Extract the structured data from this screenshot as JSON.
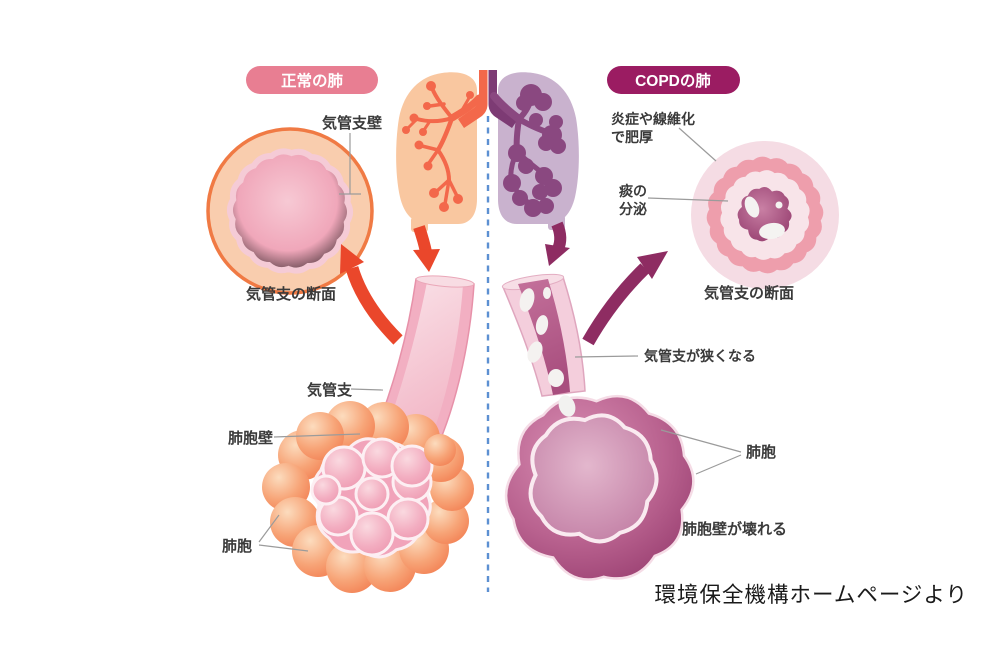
{
  "diagram": {
    "normal": {
      "badge": "正常の肺",
      "bronchial_wall_label": "気管支壁",
      "cross_section_label": "気管支の断面",
      "bronchus_label": "気管支",
      "alveolar_wall_label": "肺胞壁",
      "alveoli_label": "肺胞"
    },
    "copd": {
      "badge": "COPDの肺",
      "inflammation_line1": "炎症や線維化",
      "inflammation_line2": "で肥厚",
      "phlegm_line1": "痰の",
      "phlegm_line2": "分泌",
      "cross_section_label": "気管支の断面",
      "narrowing_label": "気管支が狭くなる",
      "alveoli_label": "肺胞",
      "broken_wall_label": "肺胞壁が壊れる"
    },
    "caption": "環境保全機構ホームページより",
    "colors": {
      "normal_badge": "#E87E92",
      "copd_badge": "#9B1C62",
      "normal_lung": "#F9C7A0",
      "copd_lung": "#C9B2CE",
      "normal_tree": "#F3684B",
      "copd_tree": "#8A4880",
      "normal_arrow": "#EA472B",
      "copd_arrow": "#8E2C62",
      "divider": "#5C90D2"
    }
  }
}
